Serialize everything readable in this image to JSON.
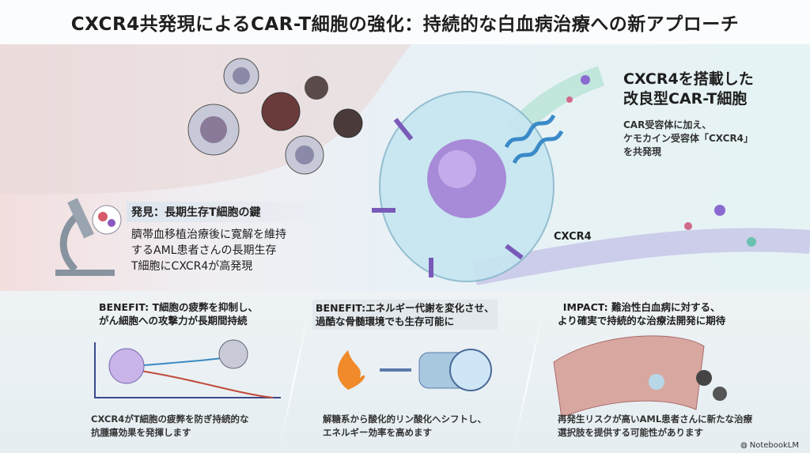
{
  "title": "CXCR4共発現によるCAR-T細胞の強化：持続的な白血病治療への新アプローチ",
  "discovery": {
    "heading": "発見：長期生存T細胞の鍵",
    "body": [
      "臍帯血移植治療後に寛解を維持",
      "するAML患者さんの長期生存",
      "T細胞にCXCR4が高発現"
    ]
  },
  "improved": {
    "heading": [
      "CXCR4を搭載した",
      "改良型CAR-T細胞"
    ],
    "body": [
      "CAR受容体に加え、",
      "ケモカイン受容体「CXCR4」",
      "を共発現"
    ],
    "receptor_label": "CXCR4"
  },
  "panels": [
    {
      "heading": [
        "BENEFIT: T細胞の疲弊を抑制し、",
        "がん細胞への攻撃力が長期間持続"
      ],
      "body": [
        "CXCR4がT細胞の疲弊を防ぎ持続的な",
        "抗腫瘍効果を発揮します"
      ]
    },
    {
      "heading": [
        "BENEFIT:エネルギー代謝を変化させ、",
        "過酷な骨髄環境でも生存可能に"
      ],
      "body": [
        "解糖系から酸化的リン酸化へシフトし、",
        "エネルギー効率を高めます"
      ]
    },
    {
      "heading": [
        "IMPACT: 難治性白血病に対する、",
        "より確実で持続的な治療法開発に期待"
      ],
      "body": [
        "再発生リスクが高いAML患者さんに新たな治療",
        "選択肢を提供する可能性があります"
      ]
    }
  ],
  "brand": "NotebookLM"
}
